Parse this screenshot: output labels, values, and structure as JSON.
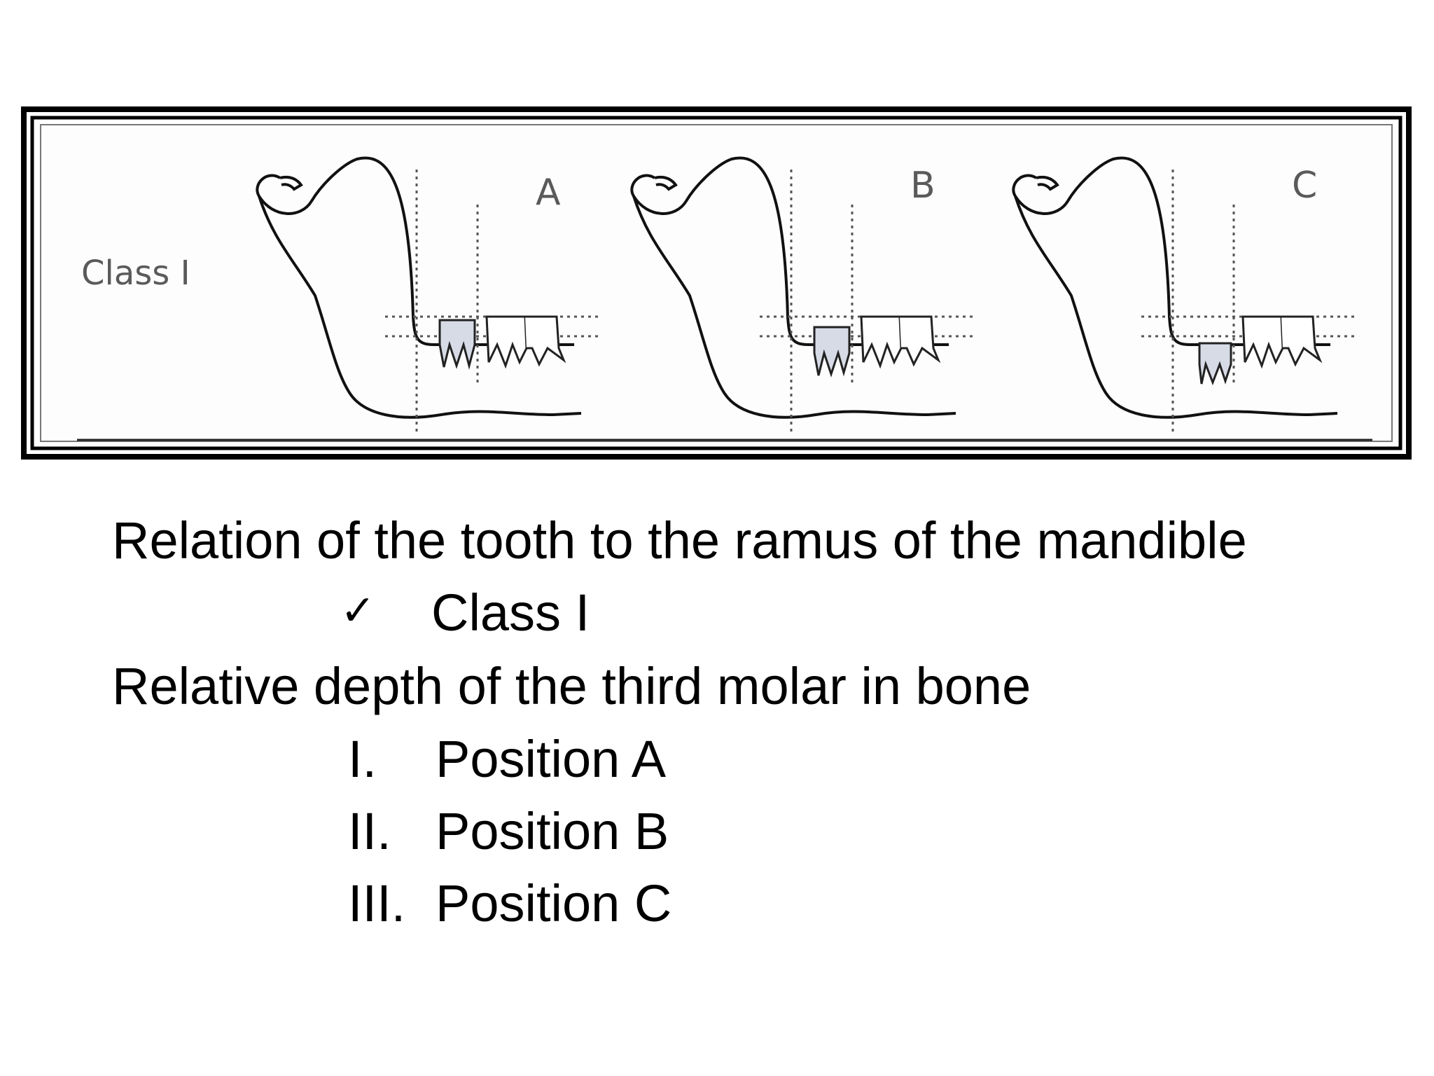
{
  "figure": {
    "class_label": "Class I",
    "panels": [
      {
        "label": "A"
      },
      {
        "label": "B"
      },
      {
        "label": "C"
      }
    ]
  },
  "content": {
    "heading_ramus": "Relation of the tooth to the ramus of the mandible",
    "class_item": {
      "marker": "✓",
      "text": "Class I"
    },
    "heading_depth": "Relative depth of the third molar in bone",
    "positions": [
      {
        "numeral": "I.",
        "text": "Position A"
      },
      {
        "numeral": "II.",
        "text": "Position B"
      },
      {
        "numeral": "III.",
        "text": "Position C"
      }
    ]
  }
}
